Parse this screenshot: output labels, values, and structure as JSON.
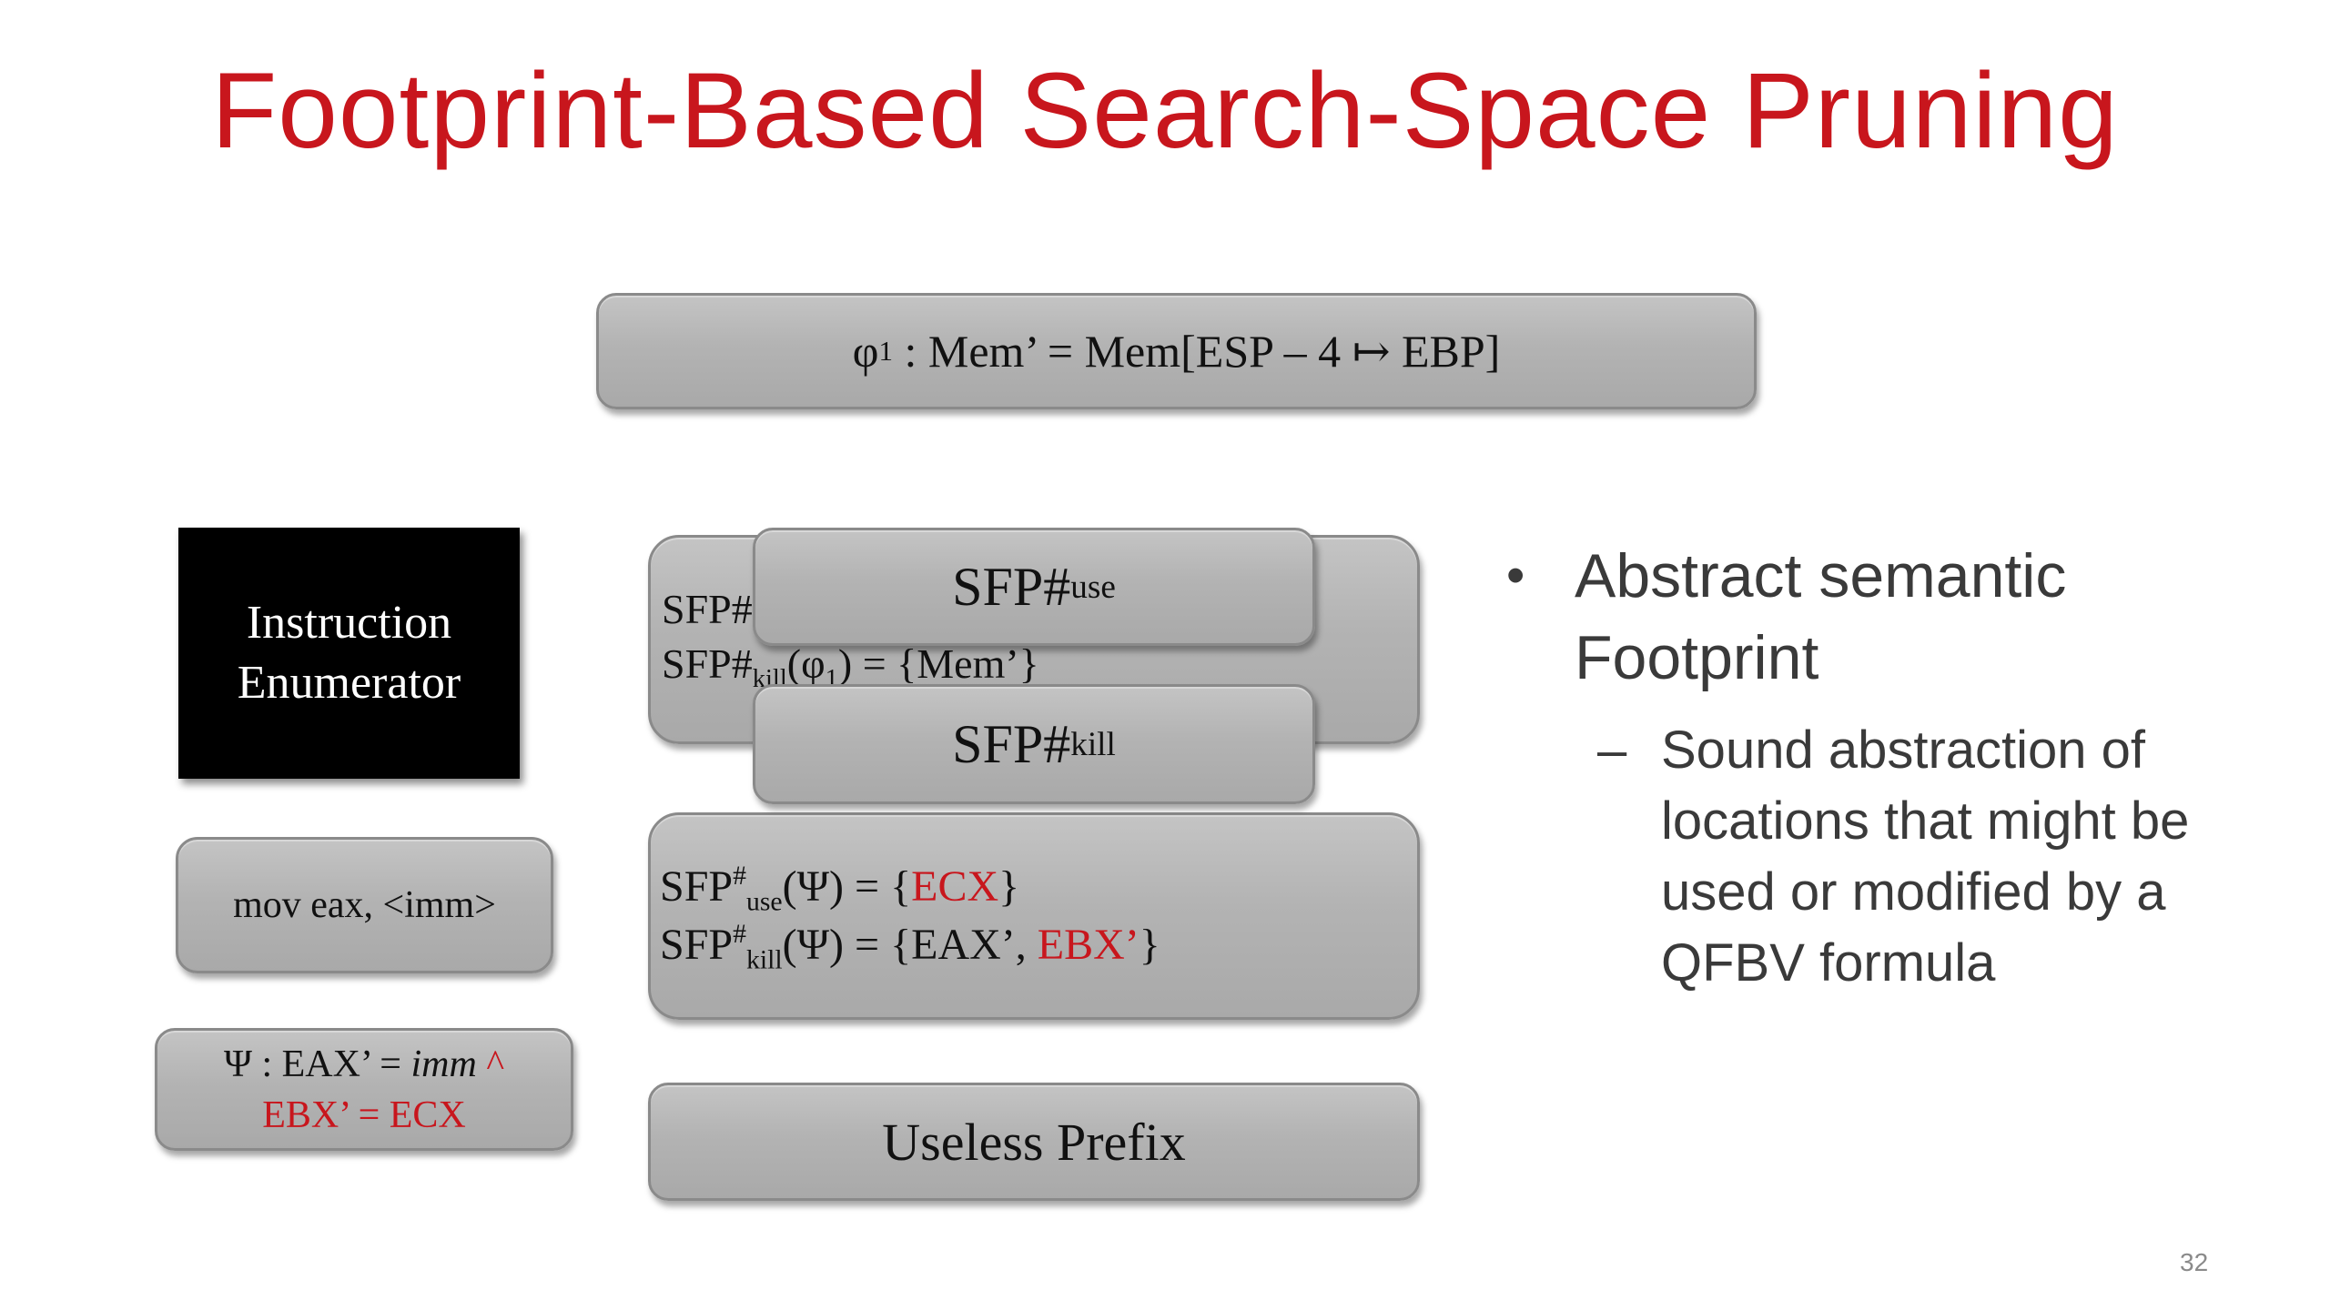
{
  "title": "Footprint-Based Search-Space Pruning",
  "formula_box": {
    "phi": "φ",
    "phi_sub": "1",
    "rest": " : Mem’ = Mem[ESP – 4 ↦ EBP]"
  },
  "enumerator": {
    "line1": "Instruction",
    "line2": "Enumerator"
  },
  "instruction_box": {
    "text": "mov eax, <imm>"
  },
  "psi_box": {
    "prefix": "Ψ : EAX’ = ",
    "imm": "imm",
    "caret": " ^",
    "line2": "EBX’ = ECX"
  },
  "back_box": {
    "line1": "SFP#",
    "line2_a": "SFP#",
    "line2_sub": "kill",
    "line2_b": "(φ",
    "line2_phi_sub": "1",
    "line2_c": ") = {Mem’}"
  },
  "sfp_use_box": {
    "label": "SFP#",
    "sub": "use"
  },
  "sfp_kill_box": {
    "label": "SFP#",
    "sub": "kill"
  },
  "main_box": {
    "row1": {
      "a": "SFP",
      "sup": "#",
      "sub": "use",
      "b": "(Ψ) = {",
      "red": "ECX",
      "c": "}"
    },
    "row2": {
      "a": "SFP",
      "sup": "#",
      "sub": "kill",
      "b": "(Ψ) = {EAX’, ",
      "red": "EBX’",
      "c": "}"
    }
  },
  "useless_box": {
    "text": "Useless Prefix"
  },
  "bullets": {
    "bullet": "•",
    "main": "Abstract semantic Footprint",
    "dash": "–",
    "sub": "Sound abstraction of locations that might be used or modified by a QFBV formula"
  },
  "page_number": "32",
  "colors": {
    "title": "#c8161d",
    "highlight": "#c8161d",
    "box_fill": "#b3b3b3",
    "enumerator_fill": "#000000"
  }
}
